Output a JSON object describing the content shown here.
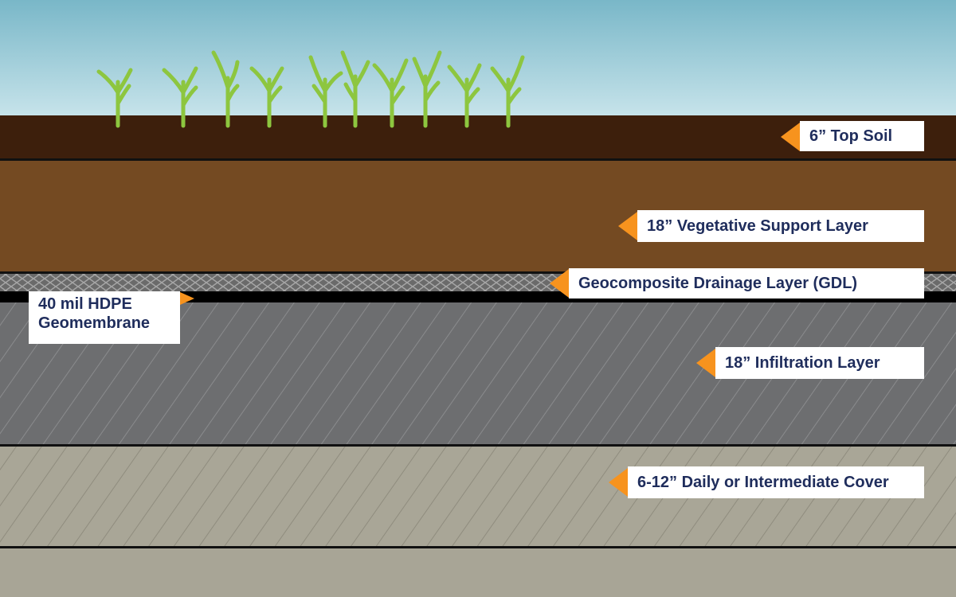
{
  "layers": [
    {
      "id": "top-soil",
      "label": "6” Top Soil",
      "color": "#3d1f0c"
    },
    {
      "id": "vegetative",
      "label": "18” Vegetative Support Layer",
      "color": "#744a22"
    },
    {
      "id": "gdl",
      "label": "Geocomposite Drainage Layer (GDL)",
      "color": "#7a7a7a"
    },
    {
      "id": "hdpe",
      "label_line1": "40 mil HDPE",
      "label_line2": "Geomembrane",
      "color": "#000000"
    },
    {
      "id": "infiltration",
      "label": "18” Infiltration Layer",
      "color": "#6d6e70"
    },
    {
      "id": "cover",
      "label": "6-12” Daily or Intermediate Cover",
      "color": "#a9a697"
    }
  ],
  "colors": {
    "sky_top": "#79b7c8",
    "sky_bottom": "#c6e3ea",
    "grass": "#8dc63f",
    "arrow": "#f7931e",
    "label_text": "#1f2d5c",
    "bottom_ground": "#a8a596"
  }
}
